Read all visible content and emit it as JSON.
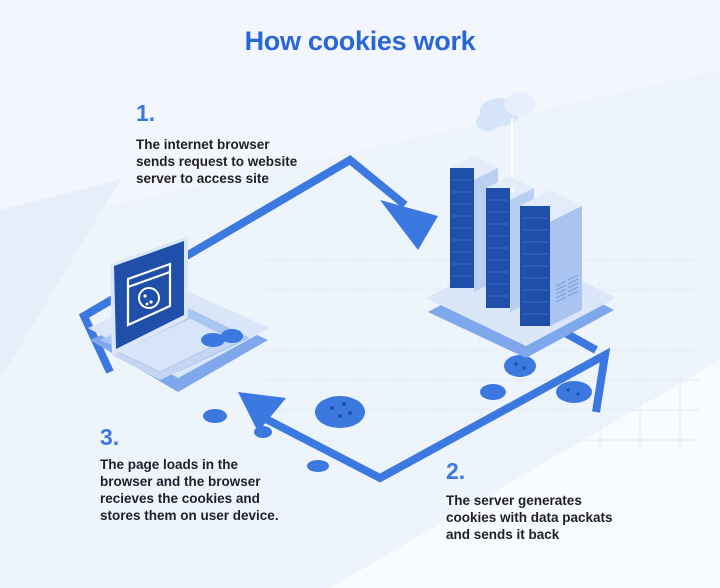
{
  "title": "How cookies work",
  "colors": {
    "accent": "#2a67d6",
    "arrow": "#3b78e0",
    "server_dark": "#1f4fa8",
    "device_light": "#c9dcf6",
    "text": "#1f1f25",
    "background": "#f4f8fd"
  },
  "steps": [
    {
      "number": "1.",
      "lines": [
        "The internet browser",
        "sends request to website",
        "server to access site"
      ]
    },
    {
      "number": "2.",
      "lines": [
        "The server generates",
        "cookies with data packats",
        "and sends it back"
      ]
    },
    {
      "number": "3.",
      "lines": [
        "The page loads in the",
        "browser and the browser",
        "recieves the cookies and",
        "stores them on user device."
      ]
    }
  ],
  "illustrations": {
    "laptop": "laptop-with-cookie-browser-icon",
    "server": "server-rack-with-cloud",
    "cookies": "cookie-icons"
  }
}
